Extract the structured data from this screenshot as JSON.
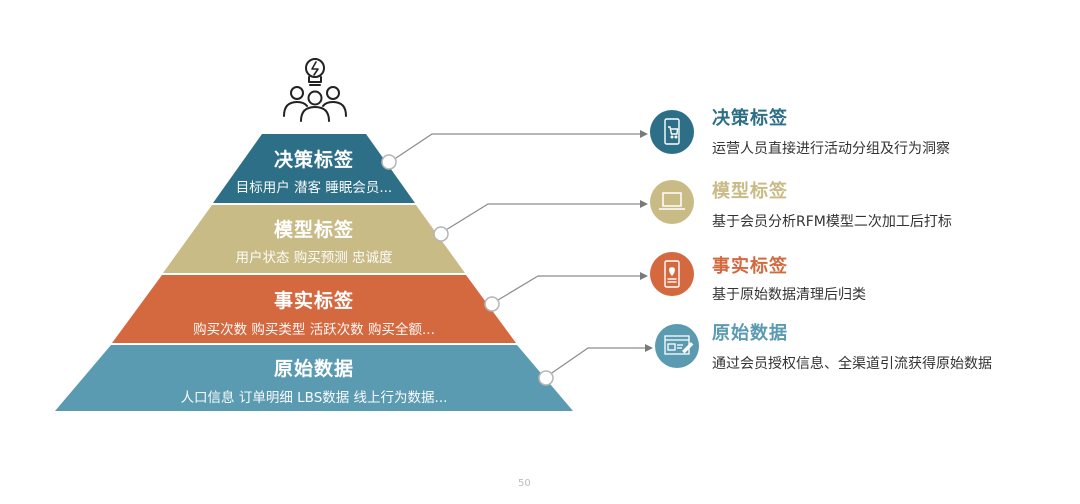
{
  "colors": {
    "decision": "#2c6f87",
    "model": "#c9bb86",
    "fact": "#d4683f",
    "raw": "#5b9bb2",
    "connector": "#8c8c8c",
    "desc_text": "#333333"
  },
  "top_icon": "people-with-lightbulb-icon",
  "pyramid": [
    {
      "title": "决策标签",
      "subtitle": "目标用户 潜客 睡眠会员..."
    },
    {
      "title": "模型标签",
      "subtitle": "用户状态 购买预测 忠诚度"
    },
    {
      "title": "事实标签",
      "subtitle": "购买次数 购买类型 活跃次数 购买全额..."
    },
    {
      "title": "原始数据",
      "subtitle": "人口信息 订单明细 LBS数据 线上行为数据..."
    }
  ],
  "legend": [
    {
      "icon": "mobile-cart-icon",
      "title": "决策标签",
      "desc": "运营人员直接进行活动分组及行为洞察"
    },
    {
      "icon": "laptop-icon",
      "title": "模型标签",
      "desc": "基于会员分析RFM模型二次加工后打标"
    },
    {
      "icon": "mobile-location-icon",
      "title": "事实标签",
      "desc": "基于原始数据清理后归类"
    },
    {
      "icon": "browser-edit-icon",
      "title": "原始数据",
      "desc": "通过会员授权信息、全渠道引流获得原始数据"
    }
  ],
  "page_number": "50"
}
